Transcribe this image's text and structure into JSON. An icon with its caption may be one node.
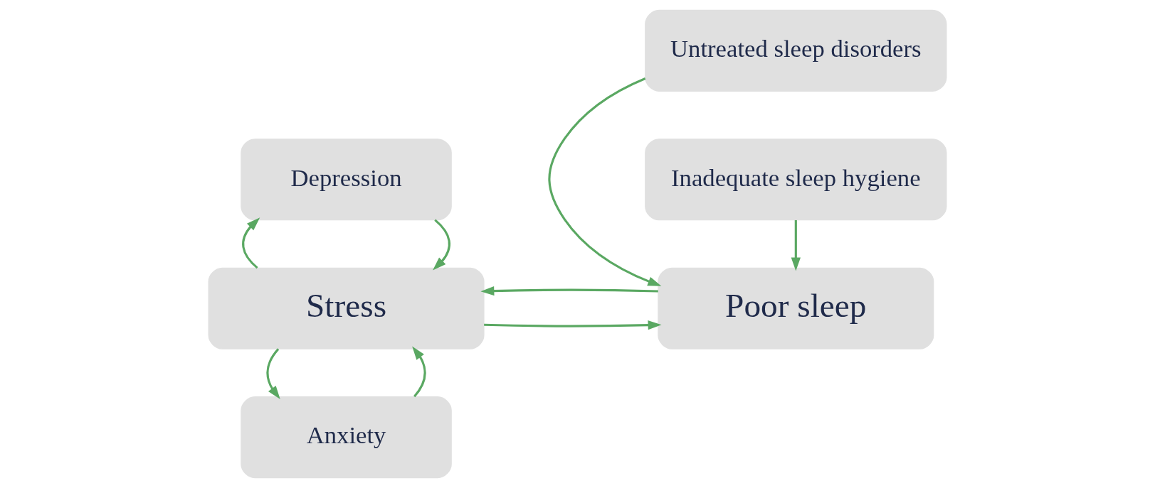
{
  "diagram": {
    "nodes": [
      {
        "text": [
          "Anxiety"
        ]
      },
      {
        "text": [
          "Stress"
        ]
      },
      {
        "text": [
          "Depression"
        ]
      },
      {
        "text": [
          "Untreated sleep disorders"
        ]
      },
      {
        "text": [
          "Poor sleep"
        ]
      },
      {
        "text": [
          "Inadequate sleep hygiene"
        ]
      }
    ],
    "edges": [
      {
        "from": 0,
        "to": 1,
        "arrow": "to"
      },
      {
        "from": 1,
        "to": 0,
        "arrow": "to"
      },
      {
        "from": 2,
        "to": 1,
        "arrow": "to"
      },
      {
        "from": 1,
        "to": 2,
        "arrow": "to"
      },
      {
        "from": 4,
        "to": 1,
        "arrow": "to"
      },
      {
        "from": 1,
        "to": 4,
        "arrow": "to"
      },
      {
        "from": 3,
        "to": 4,
        "arrow": "to"
      },
      {
        "from": 5,
        "to": 4,
        "arrow": "to"
      }
    ]
  }
}
